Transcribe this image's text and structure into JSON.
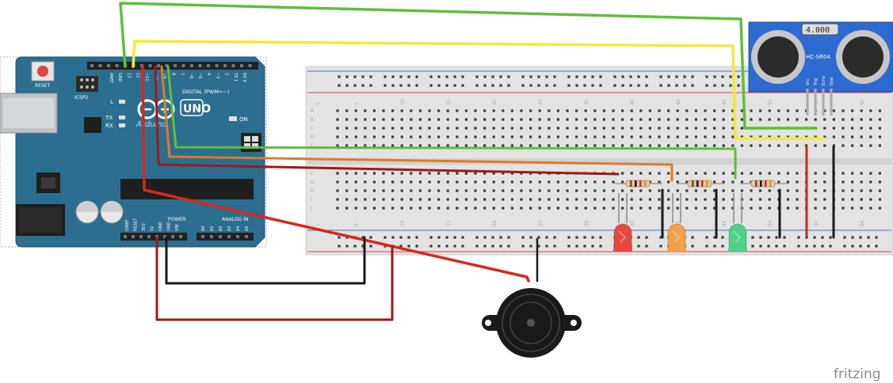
{
  "arduino": {
    "reset_label": "RESET",
    "icsp_label": "ICSP2",
    "led_l": "L",
    "led_tx": "TX",
    "led_rx": "RX",
    "on_label": "ON",
    "logo_text": "UNO",
    "brand_text": "Arduino",
    "digital_label": "DIGITAL (PWM=~)",
    "power_label": "POWER",
    "analog_label": "ANALOG IN",
    "top_header_pins": [
      "AREF",
      "GND",
      "13",
      "12",
      "~11",
      "~10",
      "~9",
      "8",
      "7",
      "~6",
      "~5",
      "4",
      "~3",
      "2",
      "TX 1",
      "RX 0"
    ],
    "power_pins": [
      "IOREF",
      "RESET",
      "3V3",
      "5V",
      "GND",
      "GND",
      "VIN"
    ],
    "analog_pins": [
      "A0",
      "A1",
      "A2",
      "A3",
      "A4",
      "A5"
    ]
  },
  "sensor": {
    "display": "4.000",
    "model": "HC-SR04",
    "pins": [
      "Vcc",
      "Trig",
      "Echo",
      "Gnd"
    ]
  },
  "breadboard": {
    "column_numbers": [
      "1",
      "5",
      "10",
      "15",
      "20",
      "25",
      "30",
      "35",
      "40",
      "45",
      "50",
      "55",
      "60"
    ],
    "row_letters": [
      "A",
      "B",
      "C",
      "D",
      "E",
      "F",
      "G",
      "H",
      "I",
      "J"
    ]
  },
  "components": {
    "leds": [
      {
        "name": "red-led",
        "color": "#e8493f"
      },
      {
        "name": "orange-led",
        "color": "#f4a04a"
      },
      {
        "name": "green-led",
        "color": "#4fd18b"
      }
    ]
  },
  "wire_colors": {
    "green": "#5fbf3a",
    "yellow": "#f2ea3a",
    "red": "#d9271f",
    "darkred": "#9e1b14",
    "orange": "#e07a26",
    "black": "#1a1a1a"
  },
  "watermark": "fritzing"
}
